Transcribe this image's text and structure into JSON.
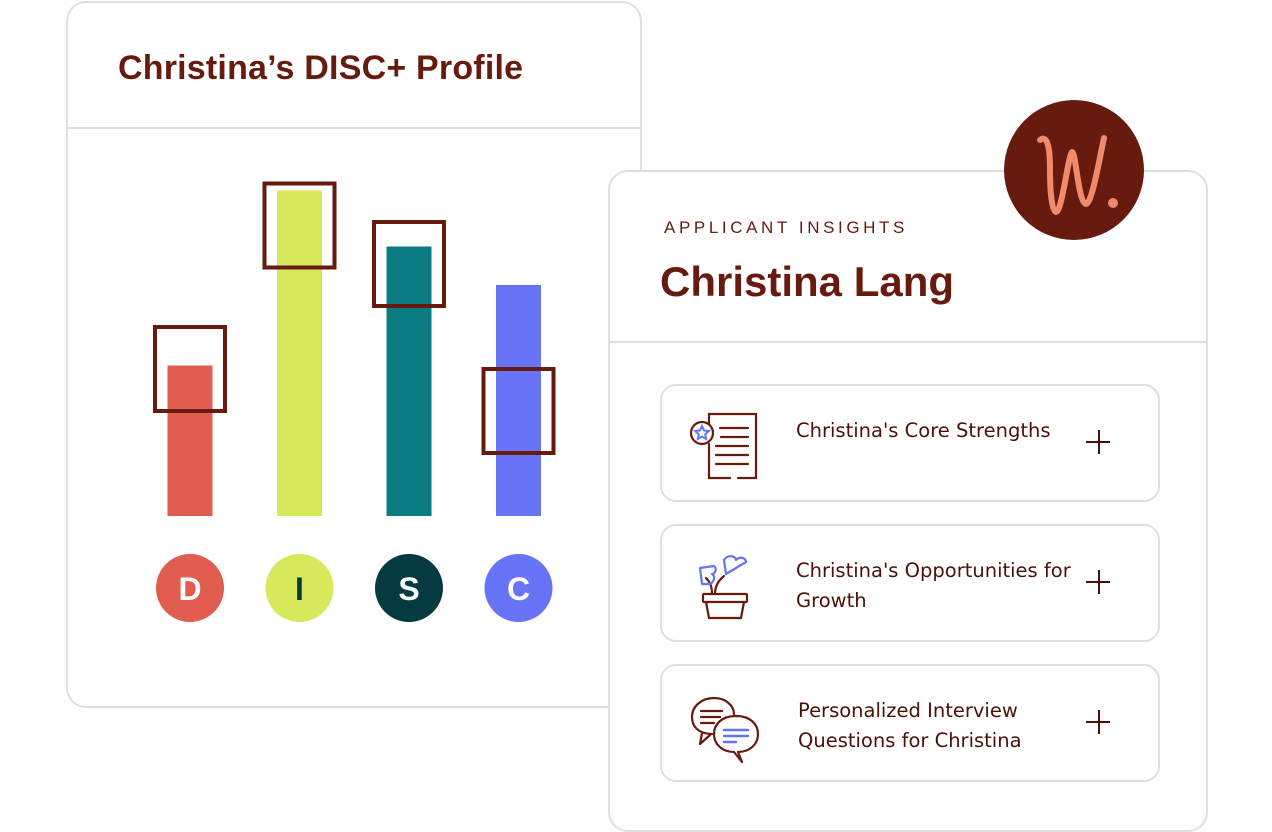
{
  "disc_card": {
    "title": "Christina’s DISC+ Profile"
  },
  "chart_data": {
    "type": "bar",
    "categories": [
      "D",
      "I",
      "S",
      "C"
    ],
    "values": [
      43,
      93,
      77,
      66
    ],
    "target_ranges": [
      [
        30,
        54
      ],
      [
        71,
        95
      ],
      [
        60,
        84
      ],
      [
        18,
        42
      ]
    ],
    "colors": [
      "#e05d50",
      "#d7e85a",
      "#0a7b82",
      "#6774f6"
    ],
    "label_colors": [
      "#e05d50",
      "#d7e85a",
      "#053b40",
      "#6774f6"
    ],
    "label_text_colors": [
      "#ffffff",
      "#053b40",
      "#ffffff",
      "#ffffff"
    ],
    "range_color": "#661b0e",
    "ylim": [
      0,
      100
    ],
    "title": "",
    "xlabel": "",
    "ylabel": ""
  },
  "insights": {
    "eyebrow": "APPLICANT INSIGHTS",
    "name": "Christina Lang",
    "logo_letter": "W.",
    "items": [
      {
        "label": "Christina's Core Strengths",
        "icon": "document-star-icon"
      },
      {
        "label": "Christina's Opportunities for Growth",
        "icon": "plant-pot-icon"
      },
      {
        "label": "Personalized Interview Questions for Christina",
        "icon": "chat-bubbles-icon"
      }
    ]
  }
}
